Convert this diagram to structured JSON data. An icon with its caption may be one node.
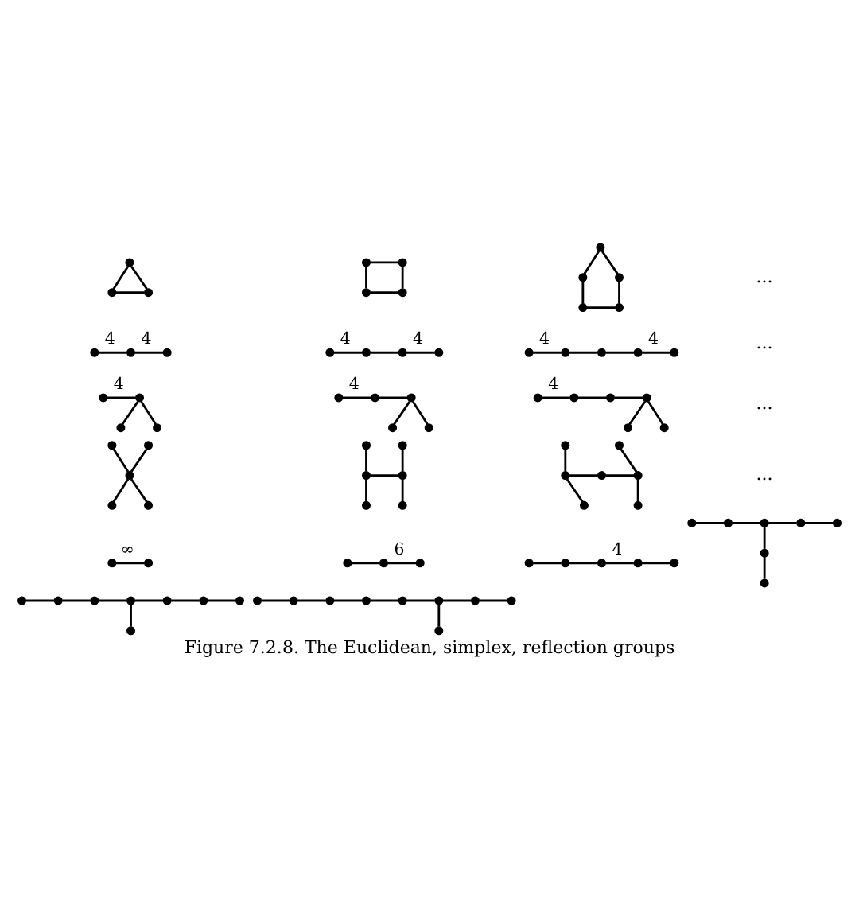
{
  "diagram": {
    "caption": "Figure 7.2.8. The Euclidean, simplex, reflection groups",
    "nodes": [
      {
        "text": [],
        "shape": "circle"
      },
      {
        "text": [],
        "shape": "circle"
      },
      {
        "text": [],
        "shape": "circle"
      },
      {
        "text": [],
        "shape": "circle"
      },
      {
        "text": [],
        "shape": "circle"
      },
      {
        "text": [],
        "shape": "circle"
      },
      {
        "text": [],
        "shape": "circle"
      },
      {
        "text": [],
        "shape": "circle"
      },
      {
        "text": [],
        "shape": "circle"
      },
      {
        "text": [],
        "shape": "circle"
      },
      {
        "text": [],
        "shape": "circle"
      },
      {
        "text": [],
        "shape": "circle"
      },
      {
        "text": [],
        "shape": "circle"
      },
      {
        "text": [],
        "shape": "circle"
      },
      {
        "text": [],
        "shape": "circle"
      },
      {
        "text": [],
        "shape": "circle"
      },
      {
        "text": [],
        "shape": "circle"
      },
      {
        "text": [],
        "shape": "circle"
      },
      {
        "text": [],
        "shape": "circle"
      },
      {
        "text": [],
        "shape": "circle"
      },
      {
        "text": [],
        "shape": "circle"
      },
      {
        "text": [],
        "shape": "circle"
      },
      {
        "text": [],
        "shape": "circle"
      },
      {
        "text": [],
        "shape": "circle"
      },
      {
        "text": [],
        "shape": "circle"
      },
      {
        "text": [],
        "shape": "circle"
      },
      {
        "text": [],
        "shape": "circle"
      },
      {
        "text": [],
        "shape": "circle"
      },
      {
        "text": [],
        "shape": "circle"
      },
      {
        "text": [],
        "shape": "circle"
      },
      {
        "text": [],
        "shape": "circle"
      },
      {
        "text": [],
        "shape": "circle"
      },
      {
        "text": [],
        "shape": "circle"
      },
      {
        "text": [],
        "shape": "circle"
      },
      {
        "text": [],
        "shape": "circle"
      },
      {
        "text": [],
        "shape": "circle"
      },
      {
        "text": [],
        "shape": "circle"
      },
      {
        "text": [],
        "shape": "circle"
      },
      {
        "text": [],
        "shape": "circle"
      },
      {
        "text": [],
        "shape": "circle"
      },
      {
        "text": [],
        "shape": "circle"
      },
      {
        "text": [],
        "shape": "circle"
      },
      {
        "text": [],
        "shape": "circle"
      },
      {
        "text": [],
        "shape": "circle"
      },
      {
        "text": [],
        "shape": "circle"
      },
      {
        "text": [],
        "shape": "circle"
      },
      {
        "text": [],
        "shape": "circle"
      },
      {
        "text": [],
        "shape": "circle"
      },
      {
        "text": [],
        "shape": "circle"
      },
      {
        "text": [],
        "shape": "circle"
      },
      {
        "text": [],
        "shape": "circle"
      },
      {
        "text": [],
        "shape": "circle"
      },
      {
        "text": [],
        "shape": "circle"
      },
      {
        "text": [],
        "shape": "circle"
      },
      {
        "text": [],
        "shape": "circle"
      },
      {
        "text": [],
        "shape": "circle"
      },
      {
        "text": [],
        "shape": "circle"
      },
      {
        "text": [],
        "shape": "circle"
      },
      {
        "text": [],
        "shape": "circle"
      },
      {
        "text": [],
        "shape": "circle"
      },
      {
        "text": [],
        "shape": "circle"
      },
      {
        "text": [],
        "shape": "circle"
      },
      {
        "text": [],
        "shape": "circle"
      },
      {
        "text": [],
        "shape": "circle"
      },
      {
        "text": [],
        "shape": "circle"
      },
      {
        "text": [],
        "shape": "circle"
      },
      {
        "text": [],
        "shape": "circle"
      },
      {
        "text": [],
        "shape": "circle"
      },
      {
        "text": [],
        "shape": "circle"
      },
      {
        "text": [],
        "shape": "circle"
      },
      {
        "text": [],
        "shape": "circle"
      },
      {
        "text": [],
        "shape": "circle"
      },
      {
        "text": [],
        "shape": "circle"
      },
      {
        "text": [],
        "shape": "circle"
      },
      {
        "text": [],
        "shape": "circle"
      },
      {
        "text": [],
        "shape": "circle"
      },
      {
        "text": [],
        "shape": "circle"
      },
      {
        "text": [],
        "shape": "circle"
      },
      {
        "text": [],
        "shape": "circle"
      },
      {
        "text": [],
        "shape": "circle"
      },
      {
        "text": [],
        "shape": "circle"
      },
      {
        "text": [],
        "shape": "circle"
      },
      {
        "text": [],
        "shape": "circle"
      },
      {
        "text": [],
        "shape": "circle"
      },
      {
        "text": [],
        "shape": "circle"
      },
      {
        "text": [],
        "shape": "circle"
      },
      {
        "text": [],
        "shape": "circle"
      },
      {
        "text": [],
        "shape": "circle"
      },
      {
        "text": [],
        "shape": "circle"
      },
      {
        "text": [],
        "shape": "circle"
      },
      {
        "text": [],
        "shape": "circle"
      }
    ],
    "edges": [
      {
        "from": 0,
        "to": 1,
        "arrow": "none"
      },
      {
        "from": 0,
        "to": 2,
        "arrow": "none"
      },
      {
        "from": 1,
        "to": 2,
        "arrow": "none"
      },
      {
        "from": 3,
        "to": 4,
        "arrow": "none"
      },
      {
        "from": 3,
        "to": 5,
        "arrow": "none"
      },
      {
        "from": 4,
        "to": 6,
        "arrow": "none"
      },
      {
        "from": 5,
        "to": 6,
        "arrow": "none"
      },
      {
        "from": 7,
        "to": 8,
        "arrow": "none"
      },
      {
        "from": 7,
        "to": 9,
        "arrow": "none"
      },
      {
        "from": 8,
        "to": 10,
        "arrow": "none"
      },
      {
        "from": 9,
        "to": 11,
        "arrow": "none"
      },
      {
        "from": 10,
        "to": 11,
        "arrow": "none"
      },
      {
        "from": 12,
        "to": 13,
        "arrow": "none",
        "label": "4"
      },
      {
        "from": 13,
        "to": 14,
        "arrow": "none",
        "label": "4"
      },
      {
        "from": 15,
        "to": 16,
        "arrow": "none",
        "label": "4"
      },
      {
        "from": 16,
        "to": 17,
        "arrow": "none"
      },
      {
        "from": 17,
        "to": 18,
        "arrow": "none",
        "label": "4"
      },
      {
        "from": 19,
        "to": 20,
        "arrow": "none",
        "label": "4"
      },
      {
        "from": 20,
        "to": 21,
        "arrow": "none"
      },
      {
        "from": 21,
        "to": 22,
        "arrow": "none"
      },
      {
        "from": 22,
        "to": 23,
        "arrow": "none",
        "label": "4"
      },
      {
        "from": 24,
        "to": 25,
        "arrow": "none",
        "label": "4"
      },
      {
        "from": 25,
        "to": 26,
        "arrow": "none"
      },
      {
        "from": 25,
        "to": 27,
        "arrow": "none"
      },
      {
        "from": 28,
        "to": 29,
        "arrow": "none",
        "label": "4"
      },
      {
        "from": 29,
        "to": 30,
        "arrow": "none"
      },
      {
        "from": 30,
        "to": 31,
        "arrow": "none"
      },
      {
        "from": 30,
        "to": 32,
        "arrow": "none"
      },
      {
        "from": 33,
        "to": 34,
        "arrow": "none",
        "label": "4"
      },
      {
        "from": 34,
        "to": 35,
        "arrow": "none"
      },
      {
        "from": 35,
        "to": 36,
        "arrow": "none"
      },
      {
        "from": 36,
        "to": 37,
        "arrow": "none"
      },
      {
        "from": 36,
        "to": 38,
        "arrow": "none"
      },
      {
        "from": 39,
        "to": 41,
        "arrow": "none"
      },
      {
        "from": 40,
        "to": 41,
        "arrow": "none"
      },
      {
        "from": 41,
        "to": 42,
        "arrow": "none"
      },
      {
        "from": 41,
        "to": 43,
        "arrow": "none"
      },
      {
        "from": 44,
        "to": 46,
        "arrow": "none"
      },
      {
        "from": 45,
        "to": 46,
        "arrow": "none"
      },
      {
        "from": 46,
        "to": 47,
        "arrow": "none"
      },
      {
        "from": 47,
        "to": 48,
        "arrow": "none"
      },
      {
        "from": 47,
        "to": 49,
        "arrow": "none"
      },
      {
        "from": 50,
        "to": 52,
        "arrow": "none"
      },
      {
        "from": 51,
        "to": 52,
        "arrow": "none"
      },
      {
        "from": 52,
        "to": 53,
        "arrow": "none"
      },
      {
        "from": 53,
        "to": 54,
        "arrow": "none"
      },
      {
        "from": 54,
        "to": 55,
        "arrow": "none"
      },
      {
        "from": 54,
        "to": 56,
        "arrow": "none"
      },
      {
        "from": 57,
        "to": 58,
        "arrow": "none",
        "label": "∞"
      },
      {
        "from": 59,
        "to": 60,
        "arrow": "none"
      },
      {
        "from": 60,
        "to": 61,
        "arrow": "none",
        "label": "6"
      },
      {
        "from": 62,
        "to": 63,
        "arrow": "none"
      },
      {
        "from": 63,
        "to": 64,
        "arrow": "none"
      },
      {
        "from": 64,
        "to": 65,
        "arrow": "none",
        "label": "4"
      },
      {
        "from": 65,
        "to": 66,
        "arrow": "none"
      },
      {
        "from": 67,
        "to": 68,
        "arrow": "none"
      },
      {
        "from": 68,
        "to": 69,
        "arrow": "none"
      },
      {
        "from": 69,
        "to": 72,
        "arrow": "none"
      },
      {
        "from": 72,
        "to": 73,
        "arrow": "none"
      },
      {
        "from": 69,
        "to": 70,
        "arrow": "none"
      },
      {
        "from": 70,
        "to": 71,
        "arrow": "none"
      },
      {
        "from": 74,
        "to": 75,
        "arrow": "none"
      },
      {
        "from": 75,
        "to": 76,
        "arrow": "none"
      },
      {
        "from": 76,
        "to": 77,
        "arrow": "none"
      },
      {
        "from": 77,
        "to": 79,
        "arrow": "none"
      },
      {
        "from": 79,
        "to": 80,
        "arrow": "none"
      },
      {
        "from": 80,
        "to": 81,
        "arrow": "none"
      },
      {
        "from": 77,
        "to": 78,
        "arrow": "none"
      },
      {
        "from": 82,
        "to": 83,
        "arrow": "none"
      },
      {
        "from": 83,
        "to": 84,
        "arrow": "none"
      },
      {
        "from": 84,
        "to": 85,
        "arrow": "none"
      },
      {
        "from": 85,
        "to": 86,
        "arrow": "none"
      },
      {
        "from": 86,
        "to": 87,
        "arrow": "none"
      },
      {
        "from": 87,
        "to": 89,
        "arrow": "none"
      },
      {
        "from": 89,
        "to": 90,
        "arrow": "none"
      },
      {
        "from": 87,
        "to": 88,
        "arrow": "none"
      }
    ],
    "labels": [
      "...",
      "...",
      "...",
      "..."
    ]
  }
}
